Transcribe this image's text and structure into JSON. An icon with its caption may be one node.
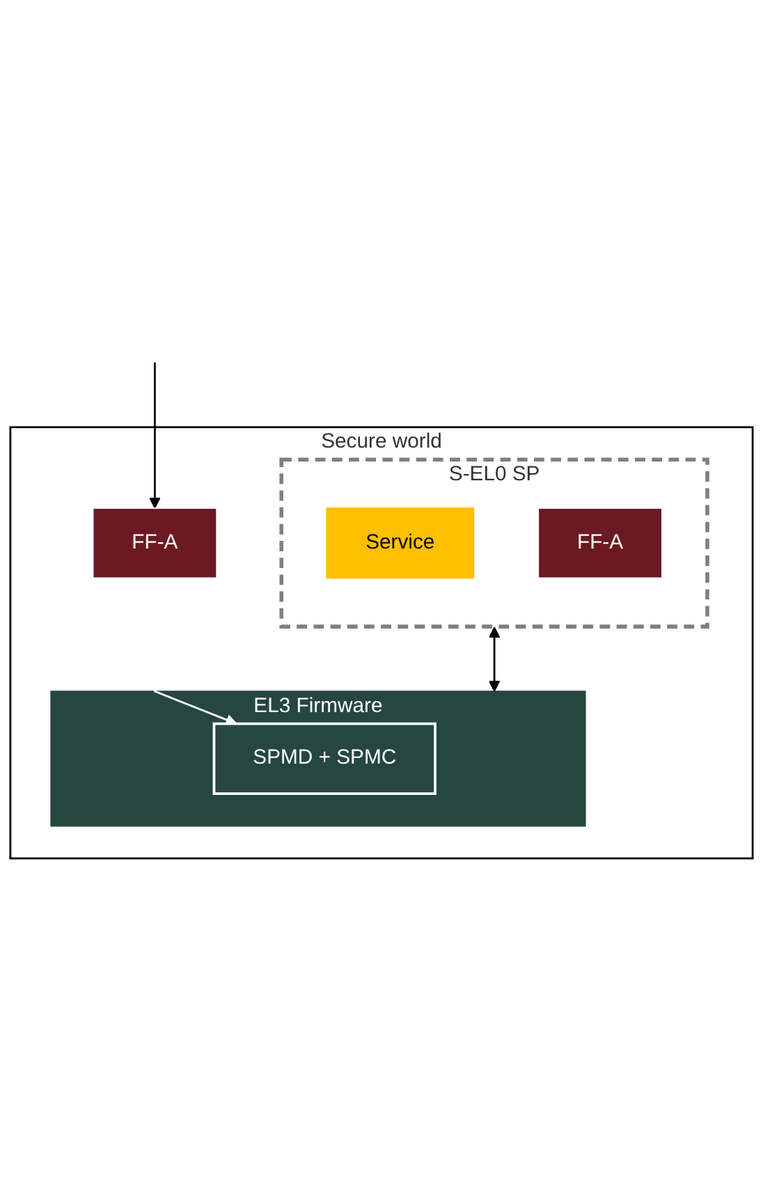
{
  "diagram": {
    "nodes": [
      {
        "text": [
          "Secure world"
        ]
      },
      {
        "text": [
          "S-EL0 SP"
        ],
        "in": 0
      },
      {
        "text": [
          "Service"
        ],
        "in": 1
      },
      {
        "text": [
          "FF-A"
        ],
        "in": 1
      },
      {
        "text": [
          "EL3 Firmware"
        ],
        "in": 0
      },
      {
        "text": [
          "FF-A"
        ],
        "in": 0
      },
      {
        "text": [
          "SPMD + SPMC"
        ],
        "in": 4
      }
    ],
    "edges": [
      {
        "from": null,
        "to": 5,
        "arrow": "to"
      },
      {
        "from": 5,
        "to": 6,
        "arrow": "to",
        "color": "#ffffff"
      },
      {
        "from": 1,
        "to": 4,
        "arrow": "both"
      }
    ]
  }
}
